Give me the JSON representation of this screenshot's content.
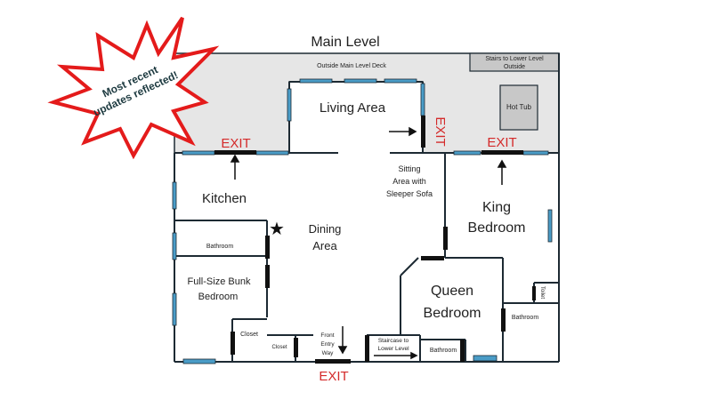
{
  "title": "Main Level",
  "starburst": {
    "line1": "Most recent",
    "line2": "updates reflected!",
    "color": "#e41b1b"
  },
  "colors": {
    "wall": "#1d2a33",
    "window": "#4a9cc7",
    "door": "#111111",
    "deck": "#e6e6e6",
    "exit": "#d42a2a",
    "hot_tub": "#c8c8c8"
  },
  "outdoor": {
    "deck_label": "Outside Main Level Deck",
    "stairs_outside_line1": "Stairs to Lower Level",
    "stairs_outside_line2": "Outside",
    "hot_tub": "Hot Tub"
  },
  "rooms": {
    "living": "Living Area",
    "kitchen": "Kitchen",
    "dining_line1": "Dining",
    "dining_line2": "Area",
    "sitting_line1": "Sitting",
    "sitting_line2": "Area with",
    "sitting_line3": "Sleeper Sofa",
    "king_line1": "King",
    "king_line2": "Bedroom",
    "queen_line1": "Queen",
    "queen_line2": "Bedroom",
    "bunk_line1": "Full-Size Bunk",
    "bunk_line2": "Bedroom",
    "bathroom_left": "Bathroom",
    "closet_bunk": "Closet",
    "closet_entry": "Closet",
    "entry_line1": "Front",
    "entry_line2": "Entry",
    "entry_line3": "Way",
    "staircase_line1": "Staircase to",
    "staircase_line2": "Lower Level",
    "bathroom_bottom": "Bathroom",
    "bathroom_right": "Bathroom",
    "toilet": "Toilet"
  },
  "exits": {
    "kitchen": "EXIT",
    "living": "EXIT",
    "king": "EXIT",
    "front": "EXIT"
  }
}
